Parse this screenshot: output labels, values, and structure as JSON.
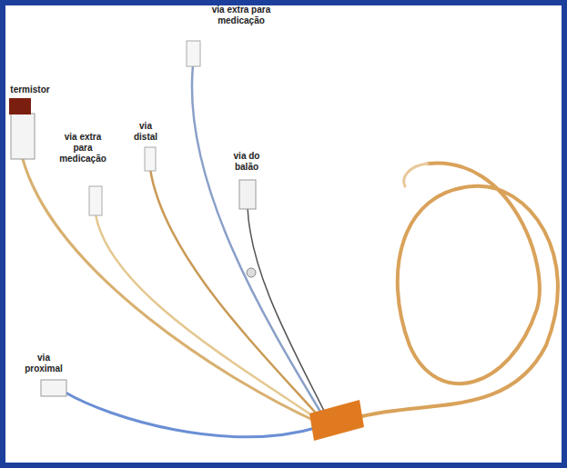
{
  "diagram": {
    "labels": [
      "via extra para medicação",
      "termistor",
      "via distal",
      "via extra para medicação",
      "via do balão",
      "via proximal"
    ]
  }
}
